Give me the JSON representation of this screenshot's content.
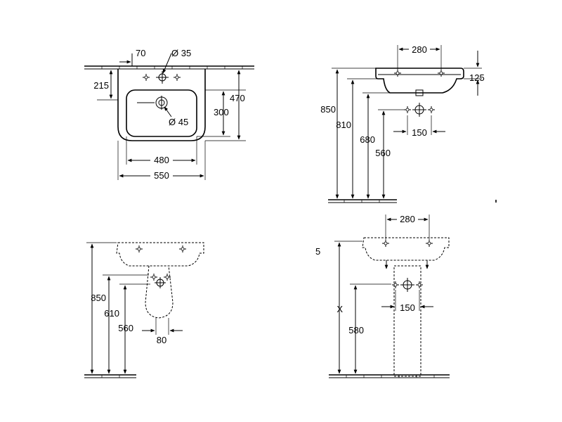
{
  "colors": {
    "line": "#000000",
    "background": "#ffffff"
  },
  "top_view": {
    "dim_70": "70",
    "dim_d35": "Ø 35",
    "dim_215": "215",
    "dim_470": "470",
    "dim_300": "300",
    "dim_d45": "Ø 45",
    "dim_480": "480",
    "dim_550": "550"
  },
  "side_view": {
    "dim_280": "280",
    "dim_125": "125",
    "dim_850": "850",
    "dim_810": "810",
    "dim_680": "680",
    "dim_560": "560",
    "dim_150": "150"
  },
  "semi_pedestal_view": {
    "dim_850": "850",
    "dim_610": "610",
    "dim_560": "560",
    "dim_80": "80"
  },
  "pedestal_view": {
    "dim_280": "280",
    "dim_5": "5",
    "dim_x": "X",
    "dim_580": "580",
    "dim_150": "150"
  }
}
